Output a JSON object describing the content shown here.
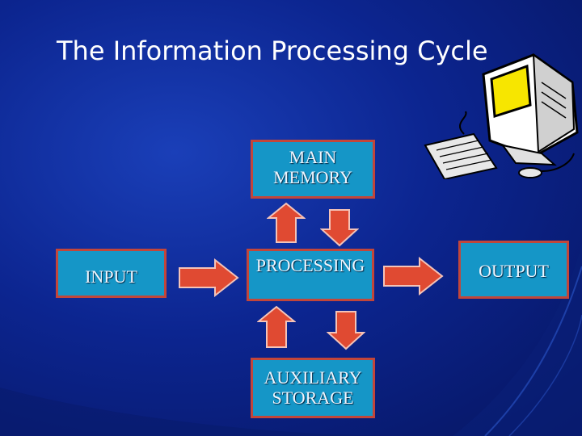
{
  "slide": {
    "title": "The Information Processing Cycle",
    "boxes": {
      "main_memory": [
        "MAIN",
        "MEMORY"
      ],
      "input": "INPUT",
      "processing": "PROCESSING",
      "output": "OUTPUT",
      "auxiliary_storage": [
        "AUXILIARY",
        "STORAGE"
      ]
    },
    "colors": {
      "background": "#0c2590",
      "box_fill": "#1596c7",
      "box_border": "#c2463a",
      "arrow_fill": "#e04a32",
      "text": "#ffffff"
    },
    "icons": [
      "computer-clipart-icon",
      "right-arrow-icon",
      "up-arrow-icon",
      "down-arrow-icon"
    ]
  }
}
